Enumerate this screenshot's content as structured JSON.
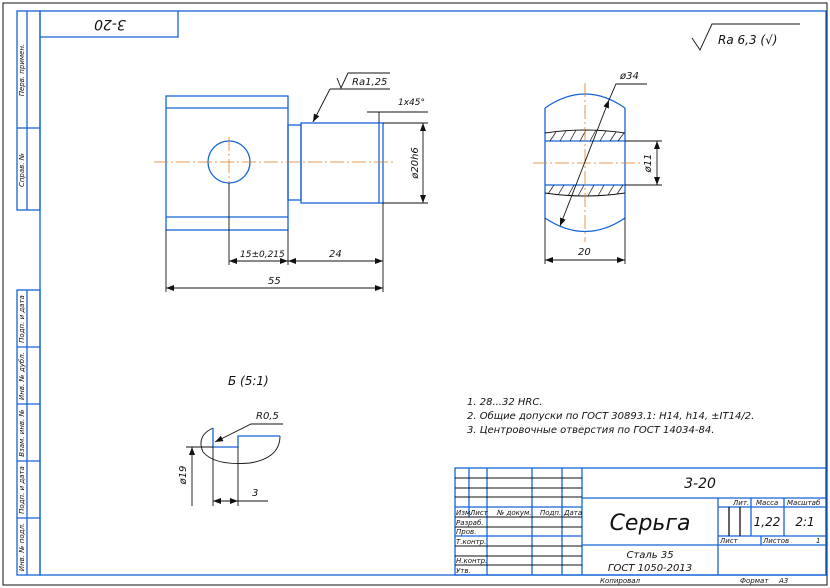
{
  "frame": {
    "top_left_designation": "3-20",
    "side_labels": [
      "Перв. примен.",
      "Справ. №",
      "Подп. и дата",
      "Инв. № дубл.",
      "Взам. инв. №",
      "Подп. и дата",
      "Инв. № подл."
    ]
  },
  "roughness_general": "Ra 6,3 (√)",
  "main_view": {
    "roughness": "Ra1,25",
    "chamfer": "1x45°",
    "diameter_shaft": "ø20h6",
    "dim_hole_offset": "15±0,215",
    "dim_shaft_length": "24",
    "dim_total_length": "55"
  },
  "section_view": {
    "sphere_diameter": "ø34",
    "bore_diameter": "ø11",
    "width": "20"
  },
  "detail_view": {
    "title": "Б (5:1)",
    "radius": "R0,5",
    "diameter": "ø19",
    "length": "3"
  },
  "notes": [
    "1. 28...32 HRC.",
    "2. Общие допуски по ГОСТ 30893.1: H14, h14, ±IT14/2.",
    "3. Центровочные отверстия по ГОСТ 14034-84."
  ],
  "title_block": {
    "designation": "3-20",
    "part_name": "Серьга",
    "material_line1": "Сталь 35",
    "material_line2": "ГОСТ 1050-2013",
    "headers": [
      "Изм.",
      "Лист",
      "№ докум.",
      "Подп.",
      "Дата"
    ],
    "roles": [
      "Разраб.",
      "Пров.",
      "Т.контр.",
      "Н.контр.",
      "Утв."
    ],
    "lit_label": "Лит.",
    "mass_label": "Масса",
    "scale_label": "Масштаб",
    "mass": "1,22",
    "scale": "2:1",
    "sheet_label": "Лист",
    "sheets_label": "Листов",
    "sheets": "1",
    "copied_label": "Копировал",
    "format_label": "Формат",
    "format": "A3"
  }
}
